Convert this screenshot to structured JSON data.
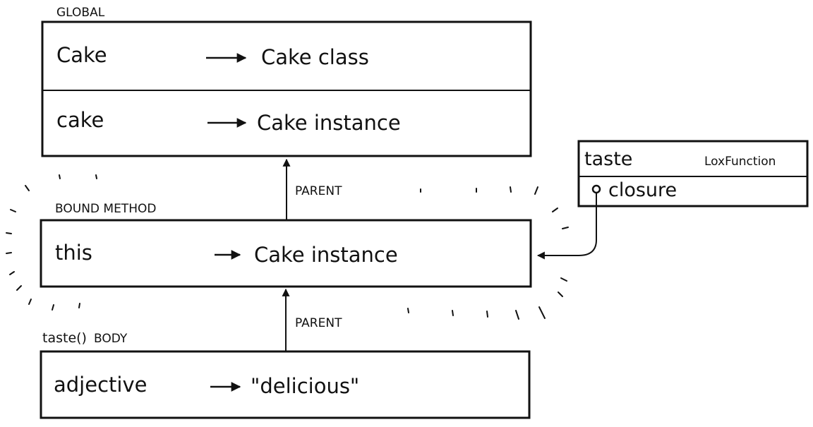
{
  "global": {
    "label": "GLOBAL",
    "rows": [
      {
        "name": "Cake",
        "value": "Cake  class"
      },
      {
        "name": "cake",
        "value": "Cake  instance"
      }
    ]
  },
  "bound_method": {
    "label": "BOUND METHOD",
    "rows": [
      {
        "name": "this",
        "value": "Cake instance"
      }
    ]
  },
  "taste_body": {
    "label_lower": "taste()",
    "label_upper": "BODY",
    "rows": [
      {
        "name": "adjective",
        "value": "\"delicious\""
      }
    ]
  },
  "parent_label_1": "PARENT",
  "parent_label_2": "PARENT",
  "function_box": {
    "name": "taste",
    "type": "LoxFunction",
    "field": "closure"
  }
}
